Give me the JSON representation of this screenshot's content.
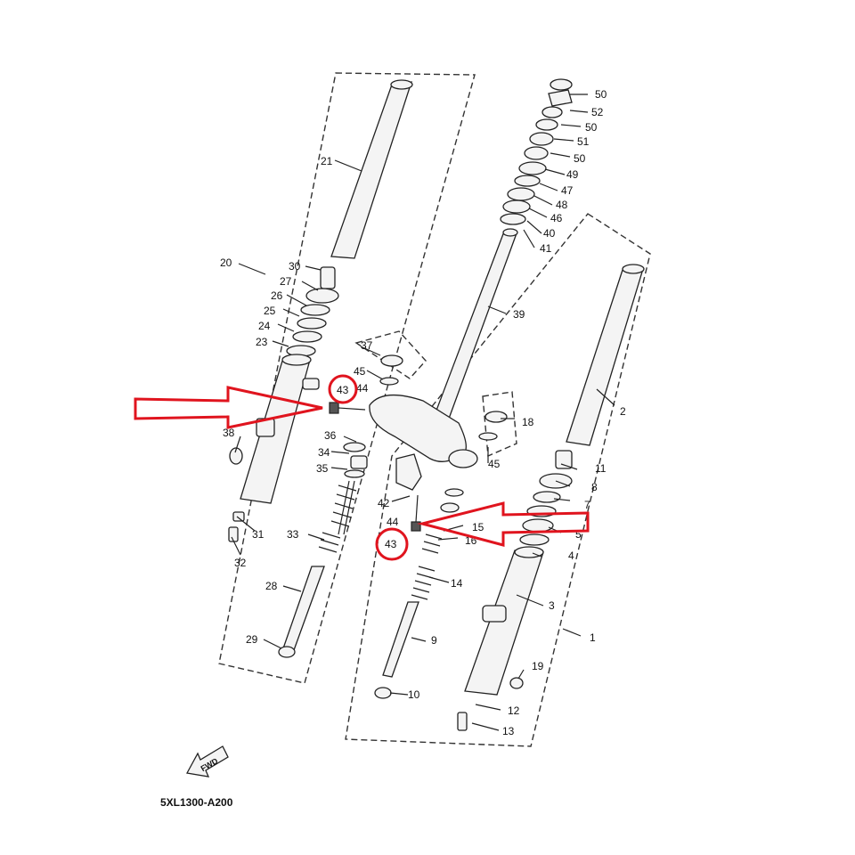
{
  "diagram": {
    "code": "5XL1300-A200",
    "fwd_label": "FWD",
    "highlight_color": "#e0141e",
    "labels": {
      "l50a": "50",
      "l52": "52",
      "l50b": "50",
      "l51": "51",
      "l50c": "50",
      "l49": "49",
      "l47": "47",
      "l48": "48",
      "l46": "46",
      "l40": "40",
      "l41": "41",
      "l39": "39",
      "l21": "21",
      "l20": "20",
      "l30": "30",
      "l27": "27",
      "l26": "26",
      "l25": "25",
      "l24": "24",
      "l23": "23",
      "l37": "37",
      "l45a": "45",
      "l43a": "43",
      "l44a": "44",
      "l38": "38",
      "l36": "36",
      "l34": "34",
      "l35": "35",
      "l33": "33",
      "l31": "31",
      "l32": "32",
      "l28": "28",
      "l29": "29",
      "l18": "18",
      "l45b": "45",
      "l42": "42",
      "l44b": "44",
      "l43b": "43",
      "l15": "15",
      "l16": "16",
      "l14": "14",
      "l9": "9",
      "l10": "10",
      "l2": "2",
      "l11": "11",
      "l8": "8",
      "l7": "7",
      "l5": "5",
      "l4": "4",
      "l3": "3",
      "l1": "1",
      "l19": "19",
      "l12": "12",
      "l13": "13"
    }
  }
}
